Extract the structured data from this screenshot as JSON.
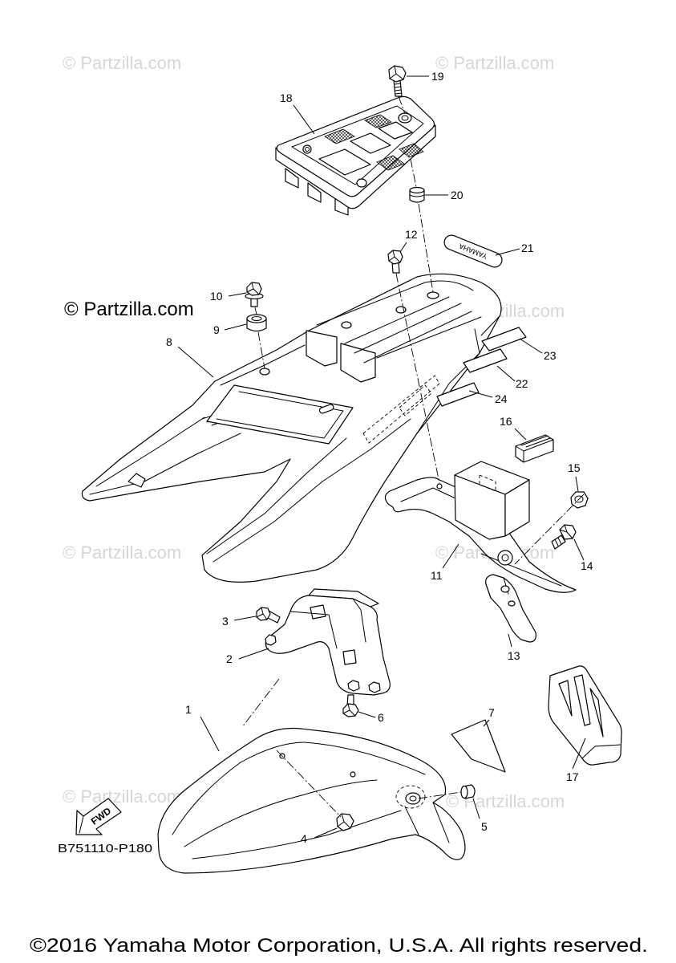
{
  "brand_watermark": "© Partzilla.com",
  "watermark_text": "© Partzilla.com",
  "callouts": [
    "1",
    "2",
    "3",
    "4",
    "5",
    "6",
    "7",
    "8",
    "9",
    "10",
    "11",
    "12",
    "13",
    "14",
    "15",
    "16",
    "17",
    "18",
    "19",
    "20",
    "21",
    "22",
    "23",
    "24"
  ],
  "sticker_text": "YAMAHA",
  "fwd_label": "FWD",
  "diagram_code": "B751110-P180",
  "copyright": "©2016 Yamaha Motor Corporation, U.S.A. All rights reserved.",
  "colors": {
    "line": "#000000",
    "watermark": "#d6d6d6",
    "background": "#ffffff"
  }
}
